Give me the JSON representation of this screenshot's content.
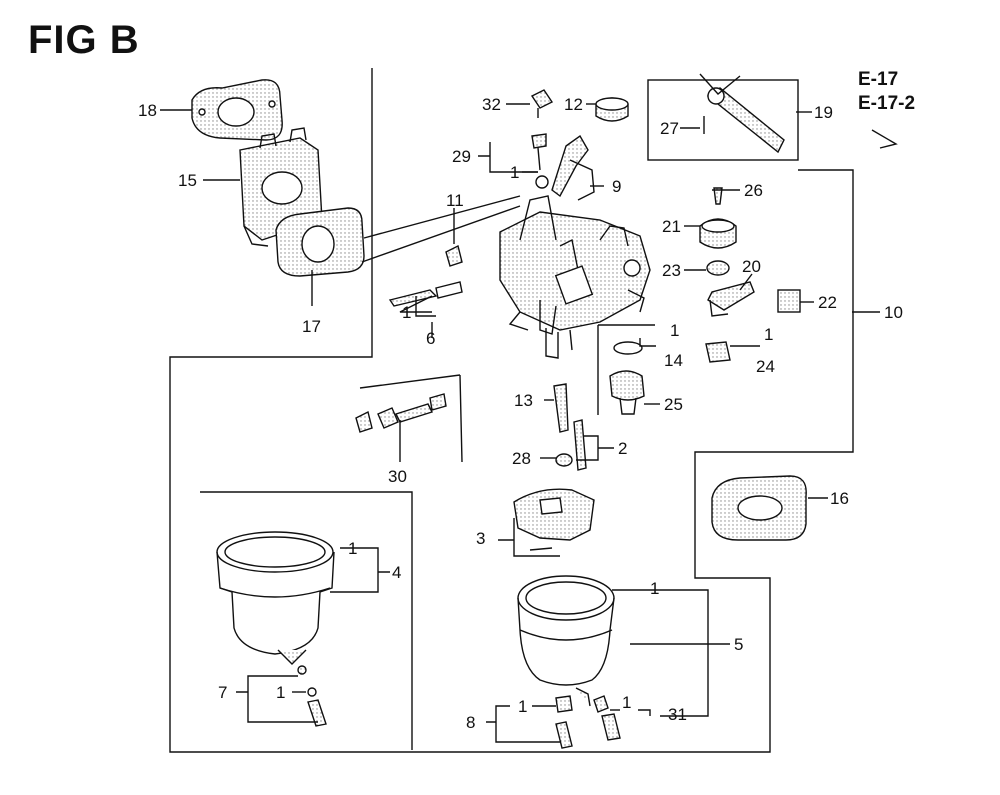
{
  "figure": {
    "title": "FIG B",
    "references": [
      "E-17",
      "E-17-2"
    ]
  },
  "callouts": {
    "c18": "18",
    "c15": "15",
    "c17": "17",
    "c32": "32",
    "c12": "12",
    "c19": "19",
    "c27": "27",
    "c29": "29",
    "c1_29": "1",
    "c9": "9",
    "c11": "11",
    "c6": "6",
    "c1_6": "1",
    "c26": "26",
    "c21": "21",
    "c23": "23",
    "c20": "20",
    "c22": "22",
    "c10": "10",
    "c1_24": "1",
    "c24": "24",
    "c1_14": "1",
    "c14": "14",
    "c25": "25",
    "c13": "13",
    "c2": "2",
    "c28": "28",
    "c30": "30",
    "c16": "16",
    "c3": "3",
    "c1_4": "1",
    "c4": "4",
    "c1_5": "1",
    "c5": "5",
    "c7": "7",
    "c1_7": "1",
    "c8": "8",
    "c1_8": "1",
    "c1_31": "1",
    "c31": "31"
  },
  "colors": {
    "ink": "#111111",
    "paper": "#ffffff",
    "shade": "#cfcfcf"
  }
}
